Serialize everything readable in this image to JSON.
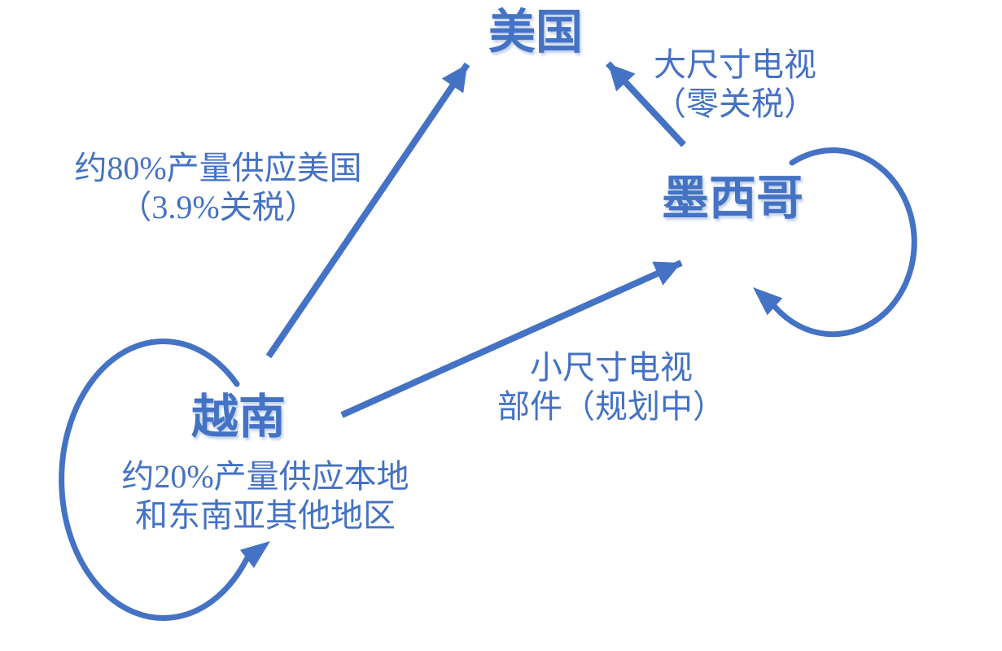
{
  "diagram": {
    "accent_color": "#4472C4",
    "background_color": "#FFFFFF",
    "nodes": {
      "usa": {
        "label": "美国"
      },
      "mexico": {
        "label": "墨西哥"
      },
      "vietnam": {
        "label": "越南"
      }
    },
    "edges": {
      "vietnam_to_usa": {
        "from": "越南",
        "to": "美国",
        "label_line1": "约80%产量供应美国",
        "label_line2": "（3.9%关税）"
      },
      "mexico_to_usa": {
        "from": "墨西哥",
        "to": "美国",
        "label_line1": "大尺寸电视",
        "label_line2": "（零关税）"
      },
      "vietnam_to_mexico": {
        "from": "越南",
        "to": "墨西哥",
        "label_line1": "小尺寸电视",
        "label_line2": "部件（规划中）"
      },
      "vietnam_self_loop": {
        "from": "越南",
        "to": "越南",
        "label_line1": "约20%产量供应本地",
        "label_line2": "和东南亚其他地区"
      },
      "mexico_self_loop": {
        "from": "墨西哥",
        "to": "墨西哥"
      }
    }
  }
}
